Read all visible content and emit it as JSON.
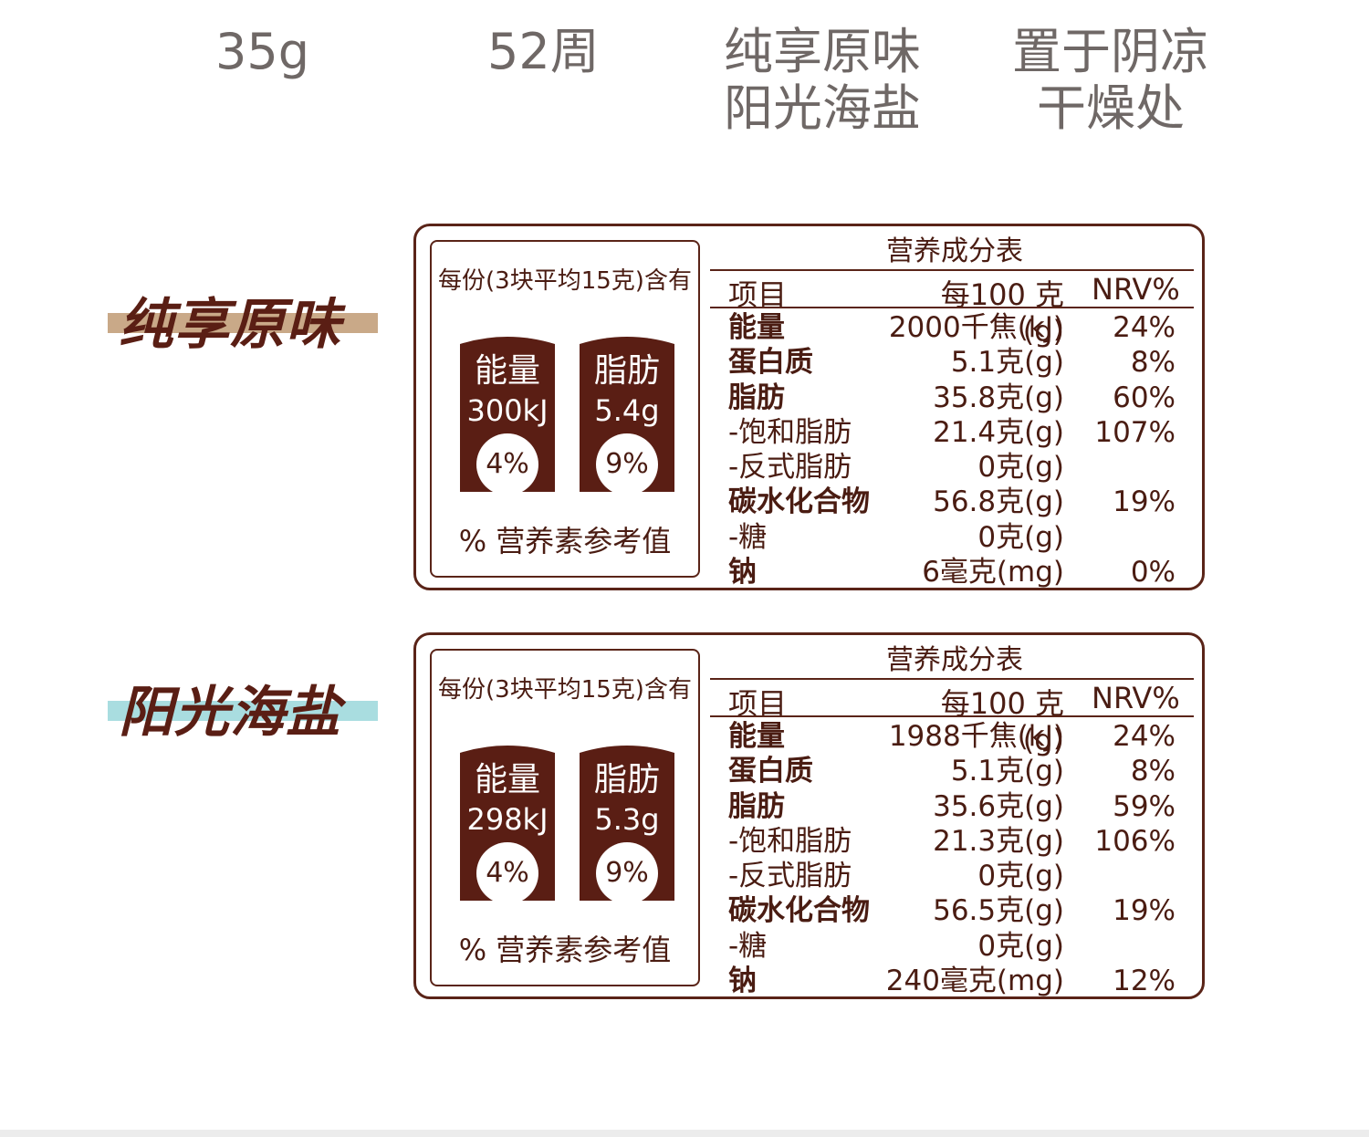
{
  "specs": {
    "weight": "35g",
    "shelf_life": "52周",
    "flavors": "纯享原味\n阳光海盐",
    "storage": "置于阴凉\n干燥处"
  },
  "colors": {
    "brown": "#5a2418",
    "tag_band_original": "#c9a988",
    "tag_band_seasalt": "#a9dde0"
  },
  "products": [
    {
      "name": "纯享原味",
      "serving": {
        "title": "每份(3块平均15克)含有",
        "energy_label": "能量",
        "energy_value": "300kJ",
        "energy_pct": "4%",
        "fat_label": "脂肪",
        "fat_value": "5.4g",
        "fat_pct": "9%",
        "footer": "% 营养素参考值"
      },
      "table": {
        "title": "营养成分表",
        "headers": [
          "项目",
          "每100 克(g)",
          "NRV%"
        ],
        "rows": [
          {
            "item": "能量",
            "per100": "2000千焦(kJ)",
            "nrv": "24%",
            "bold": true
          },
          {
            "item": "蛋白质",
            "per100": "5.1克(g)",
            "nrv": "8%",
            "bold": true
          },
          {
            "item": "脂肪",
            "per100": "35.8克(g)",
            "nrv": "60%",
            "bold": true
          },
          {
            "item": "-饱和脂肪",
            "per100": "21.4克(g)",
            "nrv": "107%",
            "bold": false
          },
          {
            "item": "-反式脂肪",
            "per100": "0克(g)",
            "nrv": "",
            "bold": false
          },
          {
            "item": "碳水化合物",
            "per100": "56.8克(g)",
            "nrv": "19%",
            "bold": true
          },
          {
            "item": "-糖",
            "per100": "0克(g)",
            "nrv": "",
            "bold": false
          },
          {
            "item": "钠",
            "per100": "6毫克(mg)",
            "nrv": "0%",
            "bold": true
          }
        ]
      }
    },
    {
      "name": "阳光海盐",
      "serving": {
        "title": "每份(3块平均15克)含有",
        "energy_label": "能量",
        "energy_value": "298kJ",
        "energy_pct": "4%",
        "fat_label": "脂肪",
        "fat_value": "5.3g",
        "fat_pct": "9%",
        "footer": "% 营养素参考值"
      },
      "table": {
        "title": "营养成分表",
        "headers": [
          "项目",
          "每100 克(g)",
          "NRV%"
        ],
        "rows": [
          {
            "item": "能量",
            "per100": "1988千焦(kJ)",
            "nrv": "24%",
            "bold": true
          },
          {
            "item": "蛋白质",
            "per100": "5.1克(g)",
            "nrv": "8%",
            "bold": true
          },
          {
            "item": "脂肪",
            "per100": "35.6克(g)",
            "nrv": "59%",
            "bold": true
          },
          {
            "item": "-饱和脂肪",
            "per100": "21.3克(g)",
            "nrv": "106%",
            "bold": false
          },
          {
            "item": "-反式脂肪",
            "per100": "0克(g)",
            "nrv": "",
            "bold": false
          },
          {
            "item": "碳水化合物",
            "per100": "56.5克(g)",
            "nrv": "19%",
            "bold": true
          },
          {
            "item": "-糖",
            "per100": "0克(g)",
            "nrv": "",
            "bold": false
          },
          {
            "item": "钠",
            "per100": "240毫克(mg)",
            "nrv": "12%",
            "bold": true
          }
        ]
      }
    }
  ],
  "chart_data": [
    {
      "type": "table",
      "title": "营养成分表",
      "columns": [
        "项目",
        "每100 克(g)",
        "NRV%"
      ],
      "rows": [
        [
          "能量",
          "2000千焦(kJ)",
          "24%"
        ],
        [
          "蛋白质",
          "5.1克(g)",
          "8%"
        ],
        [
          "脂肪",
          "35.8克(g)",
          "60%"
        ],
        [
          "-饱和脂肪",
          "21.4克(g)",
          "107%"
        ],
        [
          "-反式脂肪",
          "0克(g)",
          ""
        ],
        [
          "碳水化合物",
          "56.8克(g)",
          "19%"
        ],
        [
          "-糖",
          "0克(g)",
          ""
        ],
        [
          "钠",
          "6毫克(mg)",
          "0%"
        ]
      ]
    },
    {
      "type": "table",
      "title": "营养成分表",
      "columns": [
        "项目",
        "每100 克(g)",
        "NRV%"
      ],
      "rows": [
        [
          "能量",
          "1988千焦(kJ)",
          "24%"
        ],
        [
          "蛋白质",
          "5.1克(g)",
          "8%"
        ],
        [
          "脂肪",
          "35.6克(g)",
          "59%"
        ],
        [
          "-饱和脂肪",
          "21.3克(g)",
          "106%"
        ],
        [
          "-反式脂肪",
          "0克(g)",
          ""
        ],
        [
          "碳水化合物",
          "56.5克(g)",
          "19%"
        ],
        [
          "-糖",
          "0克(g)",
          ""
        ],
        [
          "钠",
          "240毫克(mg)",
          "12%"
        ]
      ]
    }
  ]
}
